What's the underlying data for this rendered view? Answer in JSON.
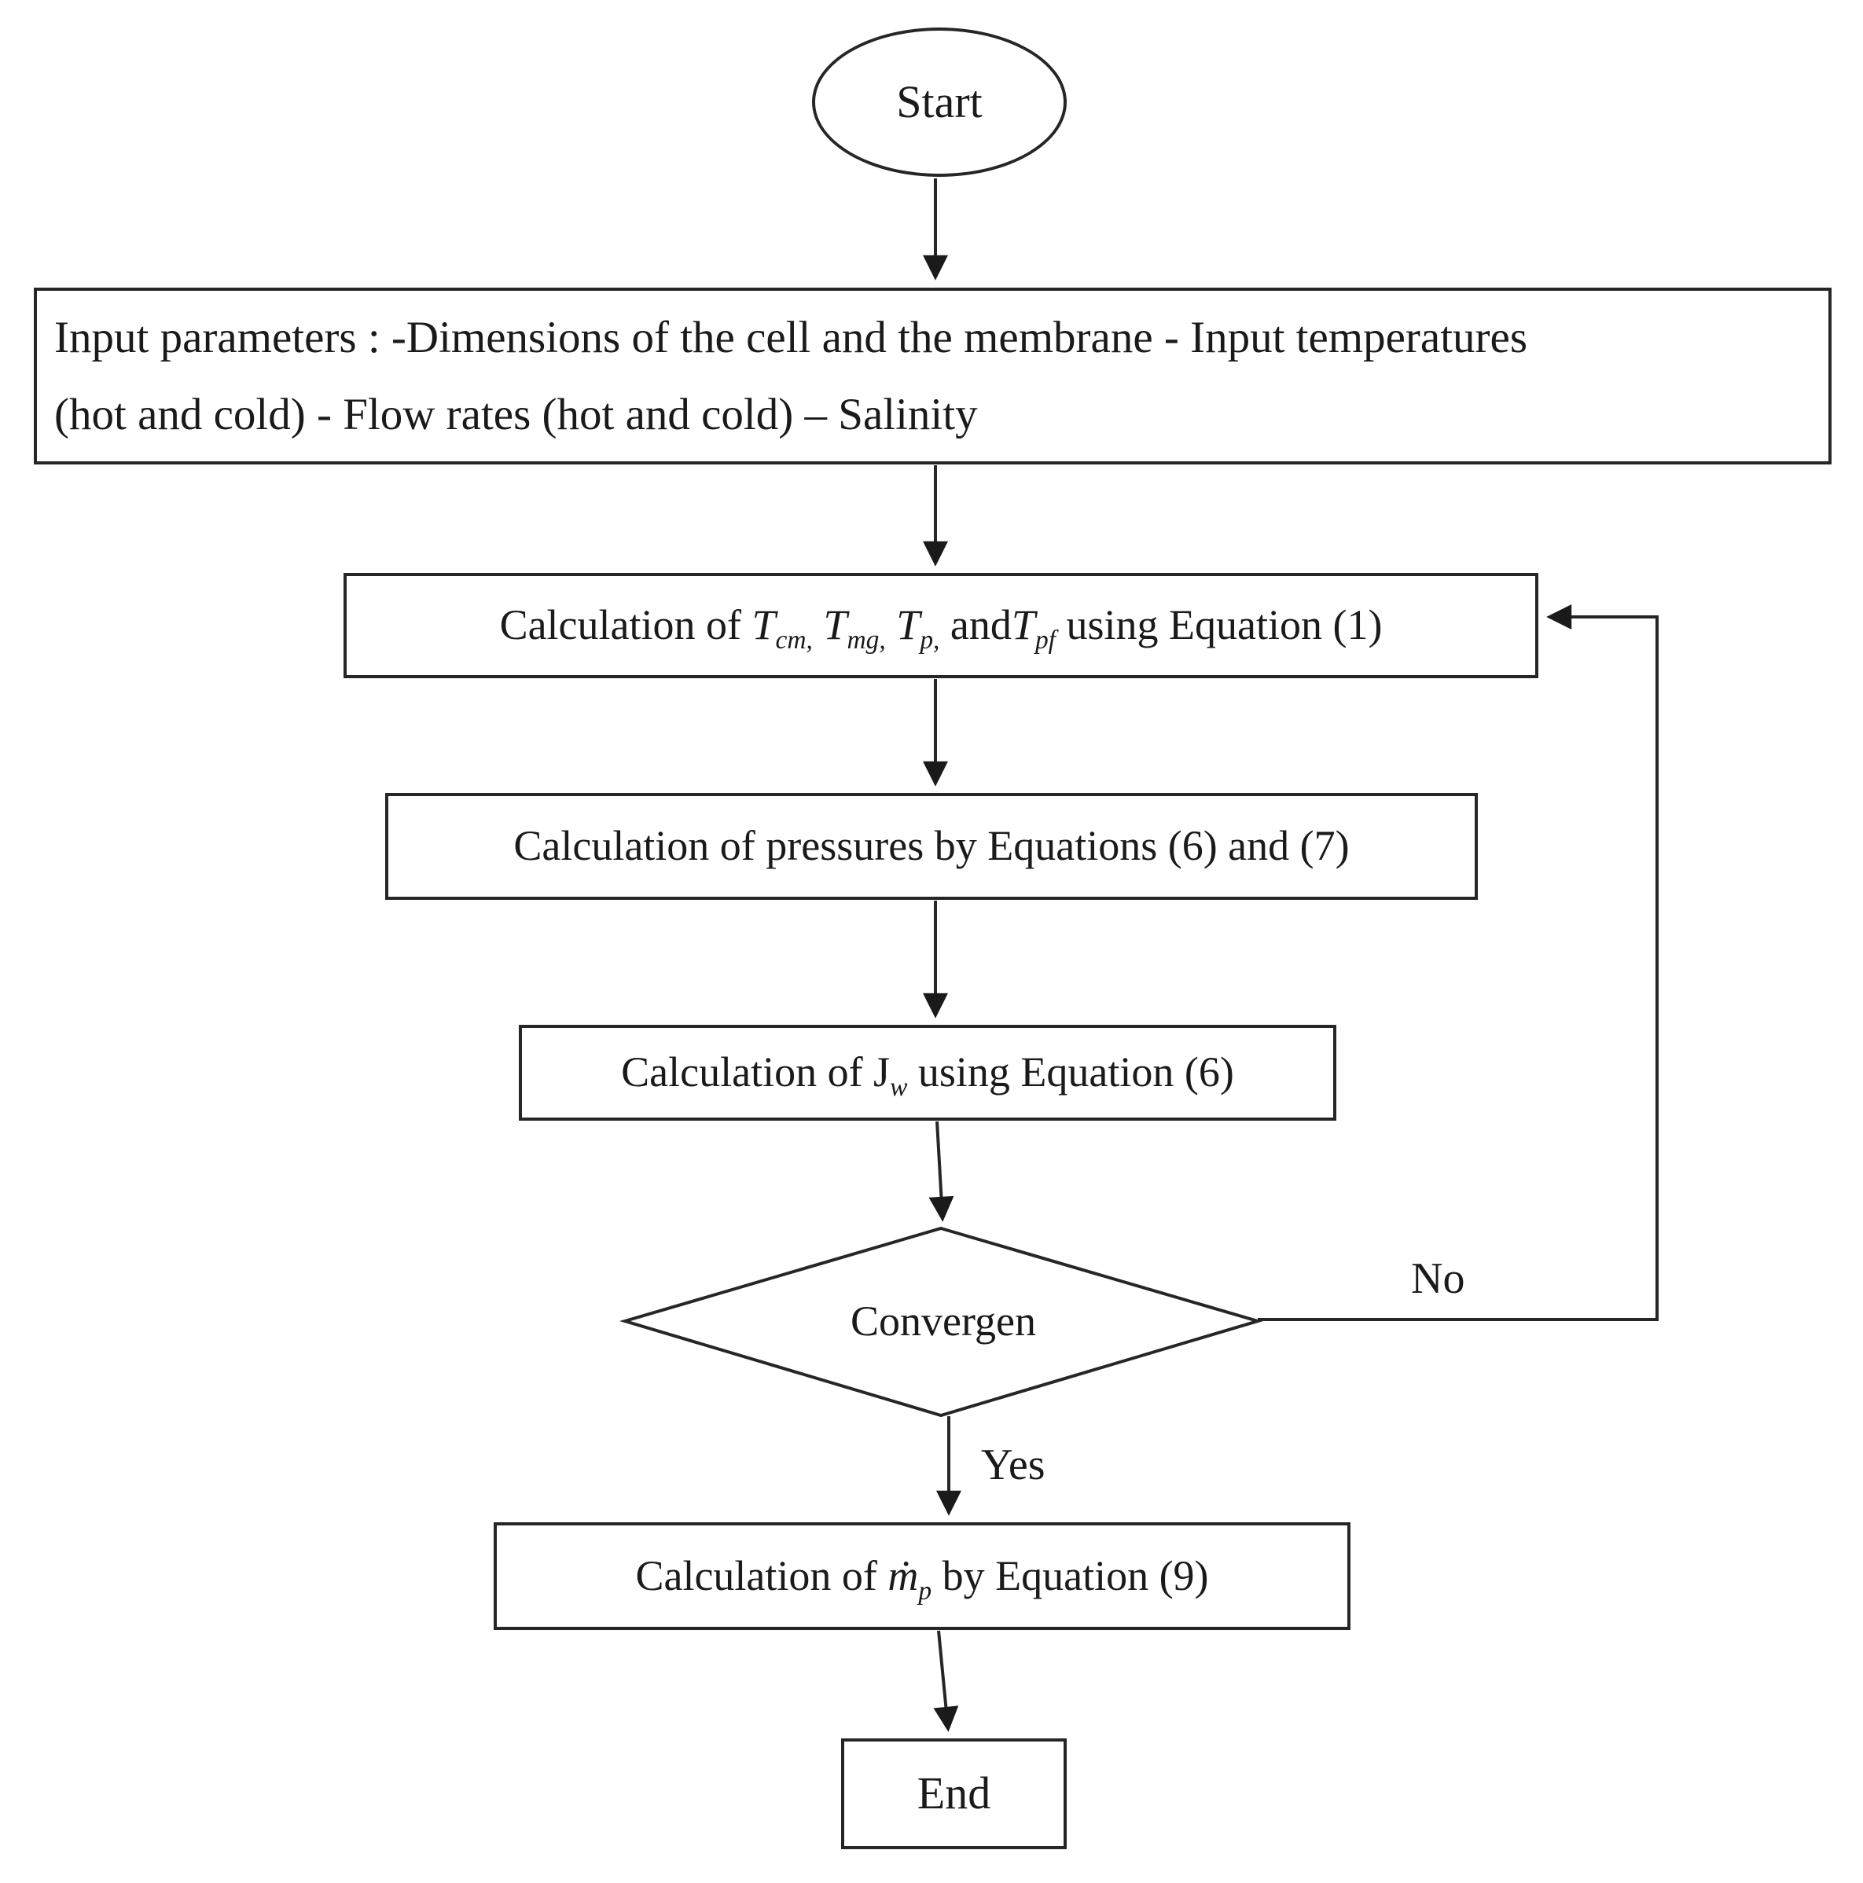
{
  "figure": {
    "kind": "flowchart"
  },
  "nodes": {
    "start": {
      "label": "Start"
    },
    "input": {
      "lines": [
        "Input parameters : -Dimensions of the cell and the membrane - Input temperatures",
        "(hot and cold) - Flow rates (hot and cold) – Salinity"
      ]
    },
    "calc_temps": {
      "segments": [
        {
          "text": "Calculation of "
        },
        {
          "text": "T"
        },
        {
          "text": "cm,"
        },
        {
          "text": " "
        },
        {
          "text": "T"
        },
        {
          "text": "mg,"
        },
        {
          "text": " "
        },
        {
          "text": "T"
        },
        {
          "text": "p,"
        },
        {
          "text": " and"
        },
        {
          "text": "T"
        },
        {
          "text": "pf"
        },
        {
          "text": " using Equation (1)"
        }
      ]
    },
    "calc_pressures": {
      "text": "Calculation of pressures by Equations (6) and (7)"
    },
    "calc_jw": {
      "segments": [
        {
          "text": "Calculation of J"
        },
        {
          "text": "w"
        },
        {
          "text": " using Equation (6)"
        }
      ]
    },
    "convergence": {
      "label": "Convergen"
    },
    "calc_mp": {
      "segments": [
        {
          "text": "Calculation of  "
        },
        {
          "text": "ṁ"
        },
        {
          "text": "p"
        },
        {
          "text": "  by Equation (9)"
        }
      ]
    },
    "end": {
      "label": "End"
    }
  },
  "edges": {
    "no_label": "No",
    "yes_label": "Yes"
  },
  "colors": {
    "stroke": "#262626",
    "text": "#1a1a1a",
    "background": "#ffffff"
  }
}
